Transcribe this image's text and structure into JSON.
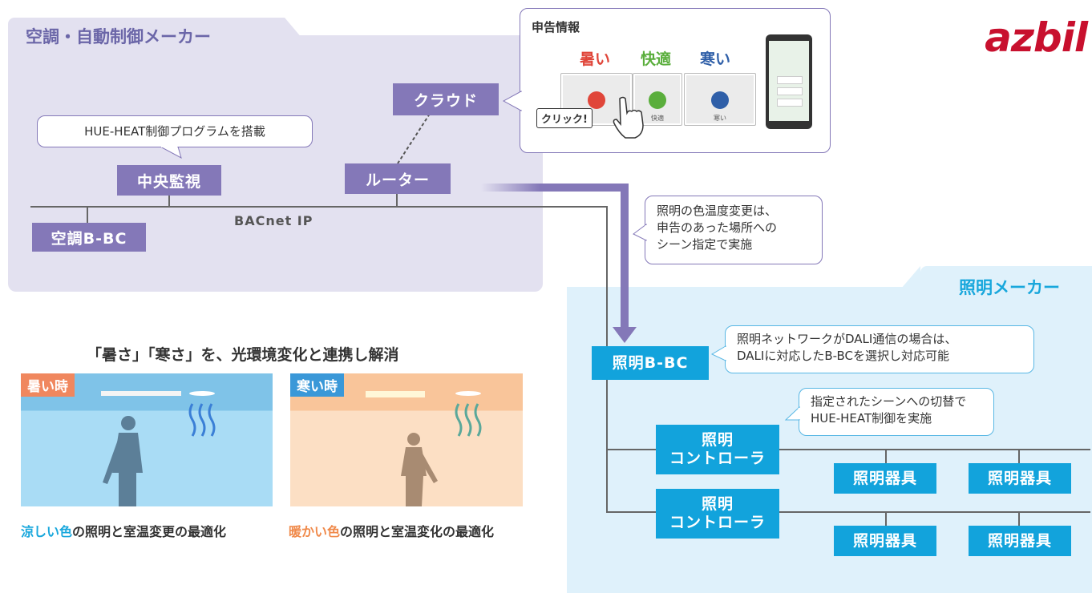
{
  "logo": "azbil",
  "hvac_zone": {
    "title": "空調・自動制御メーカー",
    "cloud": "クラウド",
    "central": "中央監視",
    "router": "ルーター",
    "hvac_bbc": "空調B-BC",
    "network": "BACnet IP",
    "program_note": "HUE-HEAT制御プログラムを搭載"
  },
  "feedback": {
    "title": "申告情報",
    "hot": "暑い",
    "comfort": "快適",
    "cold": "寒い",
    "comfort_small": "快適",
    "cold_small": "寒い",
    "click": "クリック!"
  },
  "scene_note": {
    "line1": "照明の色温度変更は、",
    "line2": "申告のあった場所への",
    "line3": "シーン指定で実施"
  },
  "light_zone": {
    "title": "照明メーカー",
    "bbc": "照明B-BC",
    "dali_note1": "照明ネットワークがDALI通信の場合は、",
    "dali_note2": "DALIに対応したB-BCを選択し対応可能",
    "switch_note1": "指定されたシーンへの切替で",
    "switch_note2": "HUE-HEAT制御を実施",
    "controller_line1": "照明",
    "controller_line2": "コントローラ",
    "fixture": "照明器具"
  },
  "resolve": {
    "heading": "「暑さ」「寒さ」を、光環境変化と連携し解消",
    "hot_tag": "暑い時",
    "cold_tag": "寒い時",
    "hot_cap_accent": "涼しい色",
    "hot_cap_rest": "の照明と室温変更の最適化",
    "cold_cap_accent": "暖かい色",
    "cold_cap_rest": "の照明と室温変化の最適化"
  },
  "colors": {
    "purple": "#8478b8",
    "blue": "#12a3dc",
    "hot_red": "#e0463a",
    "comfort_green": "#5aae3c",
    "cold_blue": "#2f5fa8",
    "logo_red": "#c8102e"
  }
}
